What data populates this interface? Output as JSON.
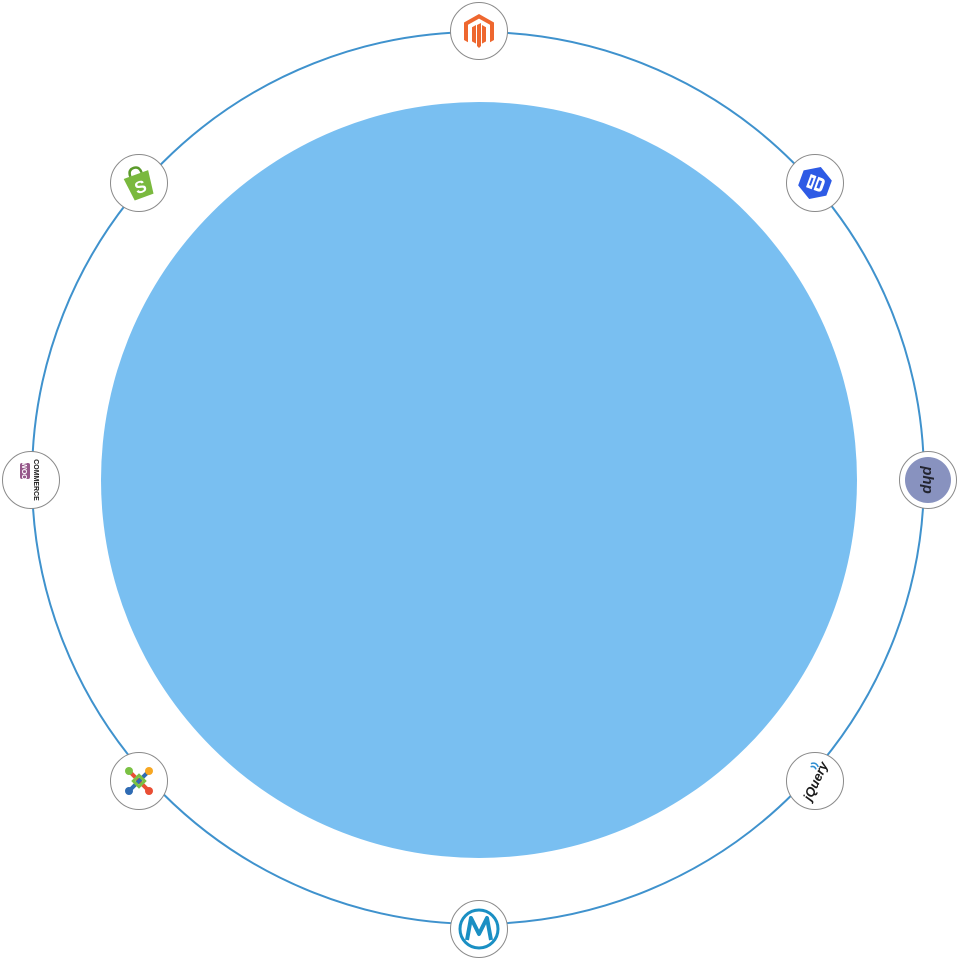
{
  "colors": {
    "center_disc": "#79bff1",
    "orbit_ring": "#3f92cd",
    "magento": "#ee672f",
    "wordpress_blue": "#2e5be5",
    "php": "#8892bf",
    "shopify": "#7ab93e",
    "woo_purple": "#96588a",
    "joomla_red": "#e94e34",
    "joomla_blue": "#2f6bb3",
    "joomla_green": "#7ac143",
    "joomla_orange": "#f7a722",
    "mconnect": "#1a8fc3"
  },
  "logos": {
    "php": "php",
    "woo": "WOO",
    "commerce": "COMMERCE",
    "jquery": "jQuery"
  }
}
